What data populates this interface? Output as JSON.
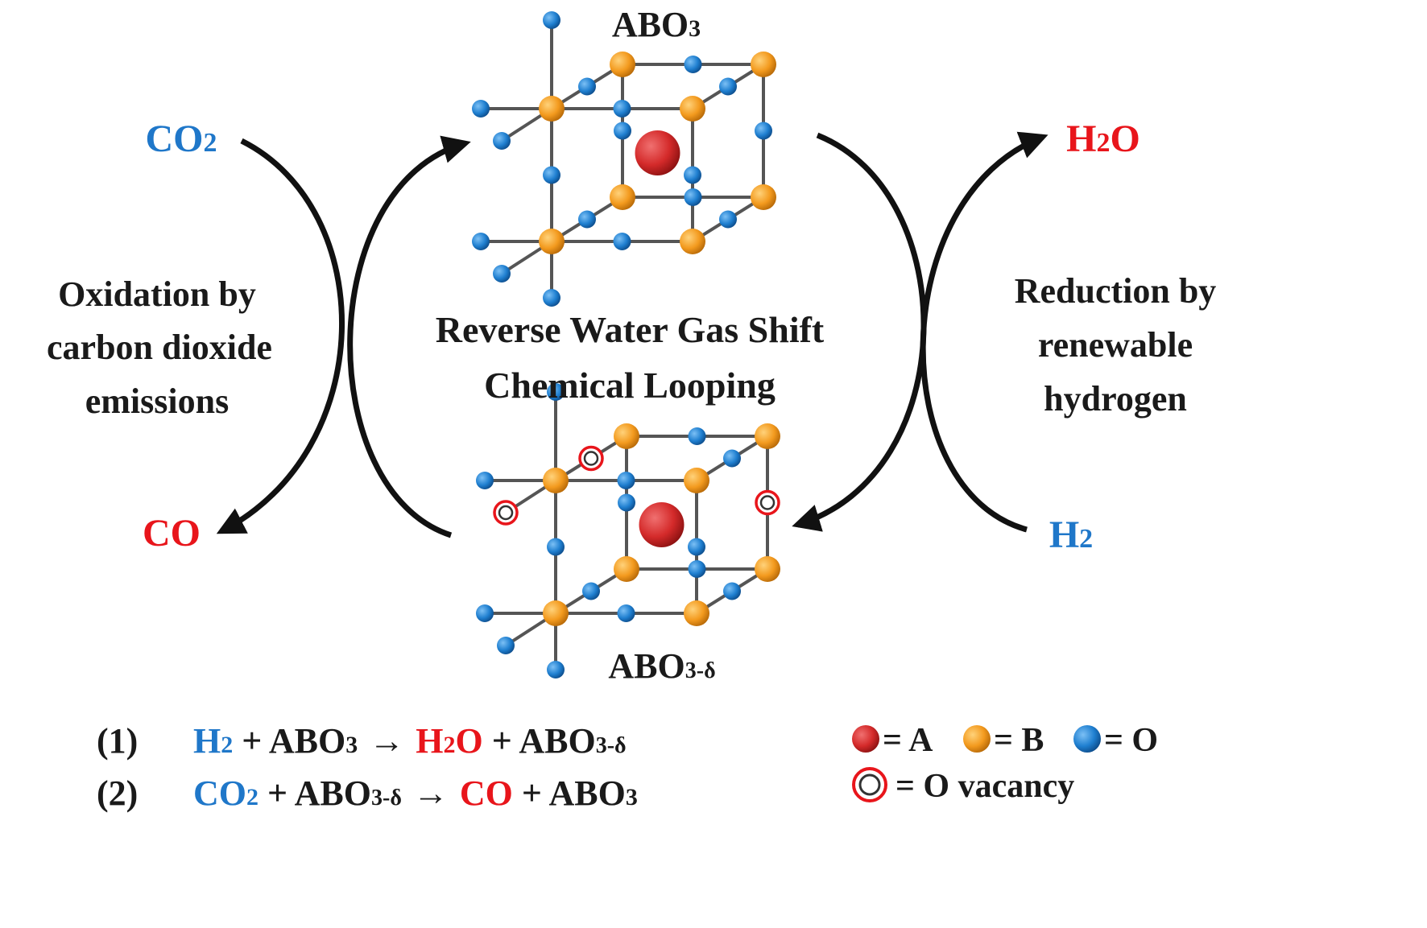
{
  "colors": {
    "blue": "#1f77c9",
    "red": "#e8151b",
    "black": "#111111",
    "orange": "#f39a1e",
    "atom_a": "#d42a2a",
    "atom_o": "#1f7fd0"
  },
  "top_cell": {
    "label_main": "ABO",
    "label_sub": "3"
  },
  "bottom_cell": {
    "label_main": "ABO",
    "label_sub": "3-δ"
  },
  "center_title": {
    "line1": "Reverse Water Gas Shift",
    "line2": "Chemical Looping"
  },
  "left_process": {
    "input_main": "CO",
    "input_sub": "2",
    "output": "CO",
    "caption": [
      "Oxidation by",
      "carbon dioxide",
      "emissions"
    ]
  },
  "right_process": {
    "output_main": "H",
    "output_sub": "2",
    "output_tail": "O",
    "input_main": "H",
    "input_sub": "2",
    "caption": [
      "Reduction by",
      "renewable",
      "hydrogen"
    ]
  },
  "equations": {
    "eq1": {
      "num": "(1)",
      "r1_main": "H",
      "r1_sub": "2",
      "plus1": " + ABO",
      "plus1_sub": "3",
      "arrow": "→",
      "p1_main": "H",
      "p1_sub": "2",
      "p1_tail": "O",
      "plus2": " + ABO",
      "plus2_sub": "3-δ"
    },
    "eq2": {
      "num": "(2)",
      "r1_main": "CO",
      "r1_sub": "2",
      "plus1": " + ABO",
      "plus1_sub": "3-δ",
      "arrow": "→",
      "p1_main": "CO",
      "plus2": " + ABO",
      "plus2_sub": "3"
    }
  },
  "legend": {
    "a_label": "= A",
    "b_label": "= B",
    "o_label": "= O",
    "vacancy_label": "= O vacancy"
  }
}
